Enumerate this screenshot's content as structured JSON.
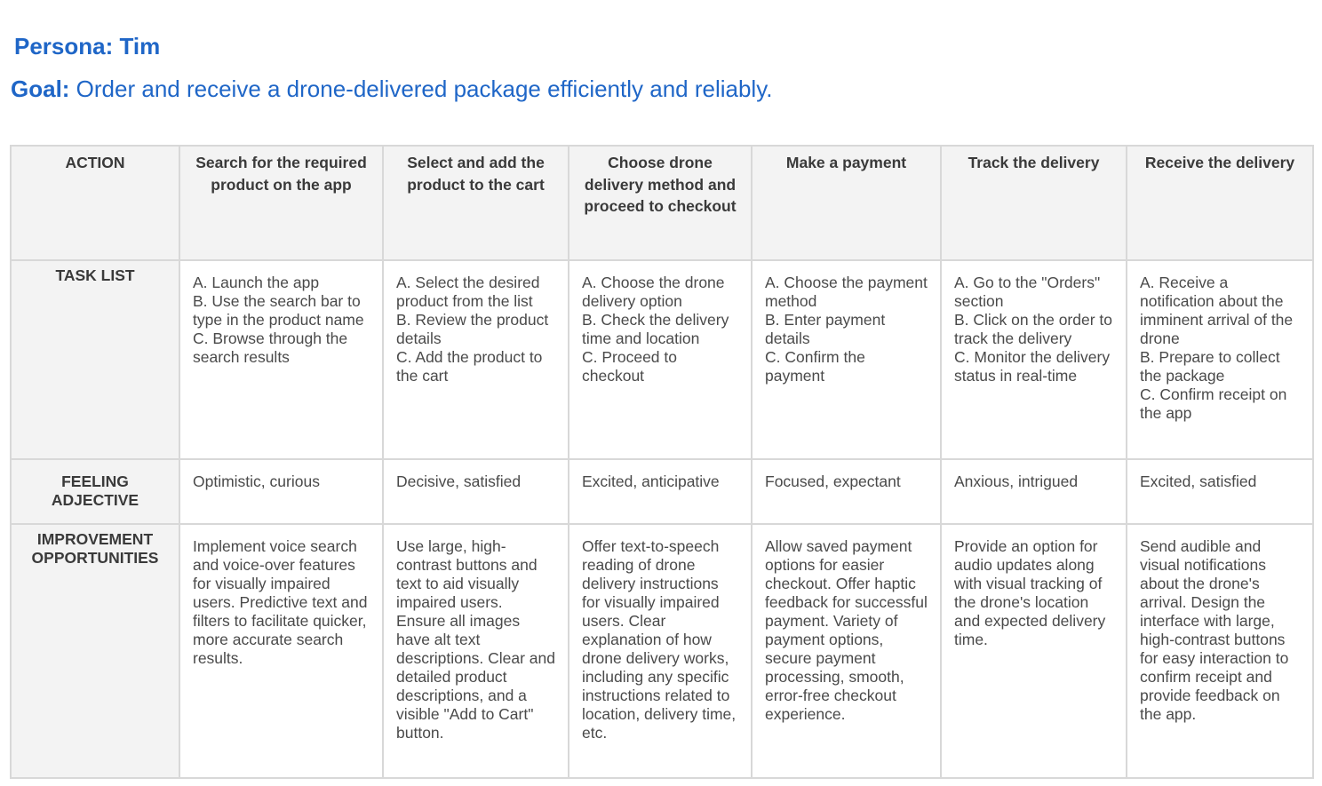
{
  "persona": {
    "text": "Persona: Tim"
  },
  "goal": {
    "label": "Goal:",
    "text": " Order and receive a drone-delivered package efficiently and reliably."
  },
  "table": {
    "headers": [
      "ACTION",
      "Search for the required product on the app",
      "Select and add the product to the cart",
      "Choose drone delivery method and proceed to checkout",
      "Make a payment",
      "Track the delivery",
      "Receive the delivery"
    ],
    "rows": [
      {
        "label": "TASK LIST",
        "cells": [
          "A. Launch the app\nB. Use the search bar to type in the product name\nC. Browse through the search results",
          "A. Select the desired product from the list\nB. Review the product details\nC. Add the product to the cart",
          "A. Choose the drone delivery option\nB. Check the delivery time and location\nC. Proceed to checkout",
          "A. Choose the payment method\nB. Enter payment details\nC. Confirm the payment",
          "A. Go to the \"Orders\" section\nB. Click on the order to track the delivery\nC. Monitor the delivery status in real-time",
          "A. Receive a notification about the imminent arrival of the drone\nB. Prepare to collect the package\nC. Confirm receipt on the app"
        ]
      },
      {
        "label": "FEELING ADJECTIVE",
        "cells": [
          "Optimistic, curious",
          "Decisive, satisfied",
          "Excited, anticipative",
          "Focused, expectant",
          "Anxious, intrigued",
          "Excited, satisfied"
        ]
      },
      {
        "label": "IMPROVEMENT OPPORTUNITIES",
        "cells": [
          "Implement voice search and voice-over features for visually impaired users. Predictive text and filters to facilitate quicker, more accurate search results.",
          "Use large, high-contrast buttons and text to aid visually impaired users. Ensure all images have alt text descriptions. Clear and detailed product descriptions, and a visible \"Add to Cart\" button.",
          "Offer text-to-speech reading of drone delivery instructions for visually impaired users. Clear explanation of how drone delivery works, including any specific instructions related to location, delivery time, etc.",
          "Allow saved payment options for easier checkout. Offer haptic feedback for successful payment. Variety of payment options, secure payment processing, smooth, error-free checkout experience.",
          "Provide an option for audio updates along with visual tracking of the drone's location and expected delivery time.",
          "Send audible and visual notifications about the drone's arrival. Design the interface with large, high-contrast buttons for easy interaction to confirm receipt and provide feedback on the app."
        ]
      }
    ]
  }
}
